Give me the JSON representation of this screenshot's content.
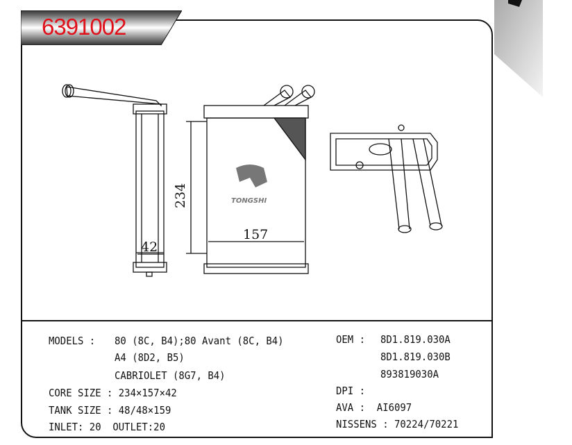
{
  "part_number": "6391002",
  "brand_logo": "TONGSHI",
  "dimensions": {
    "height": "234",
    "width": "157",
    "depth": "42"
  },
  "specs": {
    "models_label": "MODELS : ",
    "models": [
      "80 (8C, B4);80 Avant (8C, B4)",
      "A4 (8D2, B5)",
      "CABRIOLET (8G7, B4)"
    ],
    "core_size": "CORE SIZE : 234×157×42",
    "tank_size": "TANK SIZE : 48/48×159",
    "inlet_outlet": "INLET: 20  OUTLET:20",
    "oem_label": "OEM : ",
    "oem": [
      "8D1.819.030A",
      "8D1.819.030B",
      "893819030A"
    ],
    "dpi": "DPI :",
    "ava": "AVA :  AI6097",
    "nissens": "NISSENS : 70224/70221"
  },
  "colors": {
    "part_number": "#e0101a"
  }
}
